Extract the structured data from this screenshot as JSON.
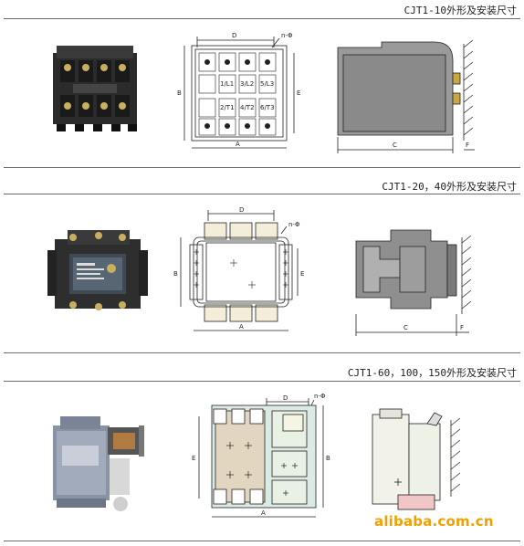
{
  "sections": [
    {
      "heading": "CJT1-10外形及安装尺寸",
      "front_labels": {
        "top_dim": "D",
        "hole": "n-Φ",
        "left_dim": "B",
        "right_dim": "E",
        "bottom_dim": "A"
      },
      "terminal_labels": [
        "1/L1",
        "3/L2",
        "5/L3",
        "2/T1",
        "4/T2",
        "6/T3"
      ],
      "side_labels": {
        "depth": "C",
        "offset": "F"
      }
    },
    {
      "heading": "CJT1-20，40外形及安装尺寸",
      "front_labels": {
        "top_dim": "D",
        "hole": "n-Φ",
        "left_dim": "B",
        "right_dim": "E",
        "bottom_dim": "A"
      },
      "side_labels": {
        "depth": "C",
        "offset": "F"
      }
    },
    {
      "heading": "CJT1-60，100，150外形及安装尺寸",
      "front_labels": {
        "top_dim": "D",
        "hole": "n-Φ",
        "left_dim": "E",
        "right_dim": "B",
        "bottom_dim": "A"
      }
    }
  ],
  "watermark": "alibaba.com.cn",
  "colors": {
    "divider": "#6b6b6b",
    "watermark": "#f0a000",
    "line": "#222222"
  }
}
